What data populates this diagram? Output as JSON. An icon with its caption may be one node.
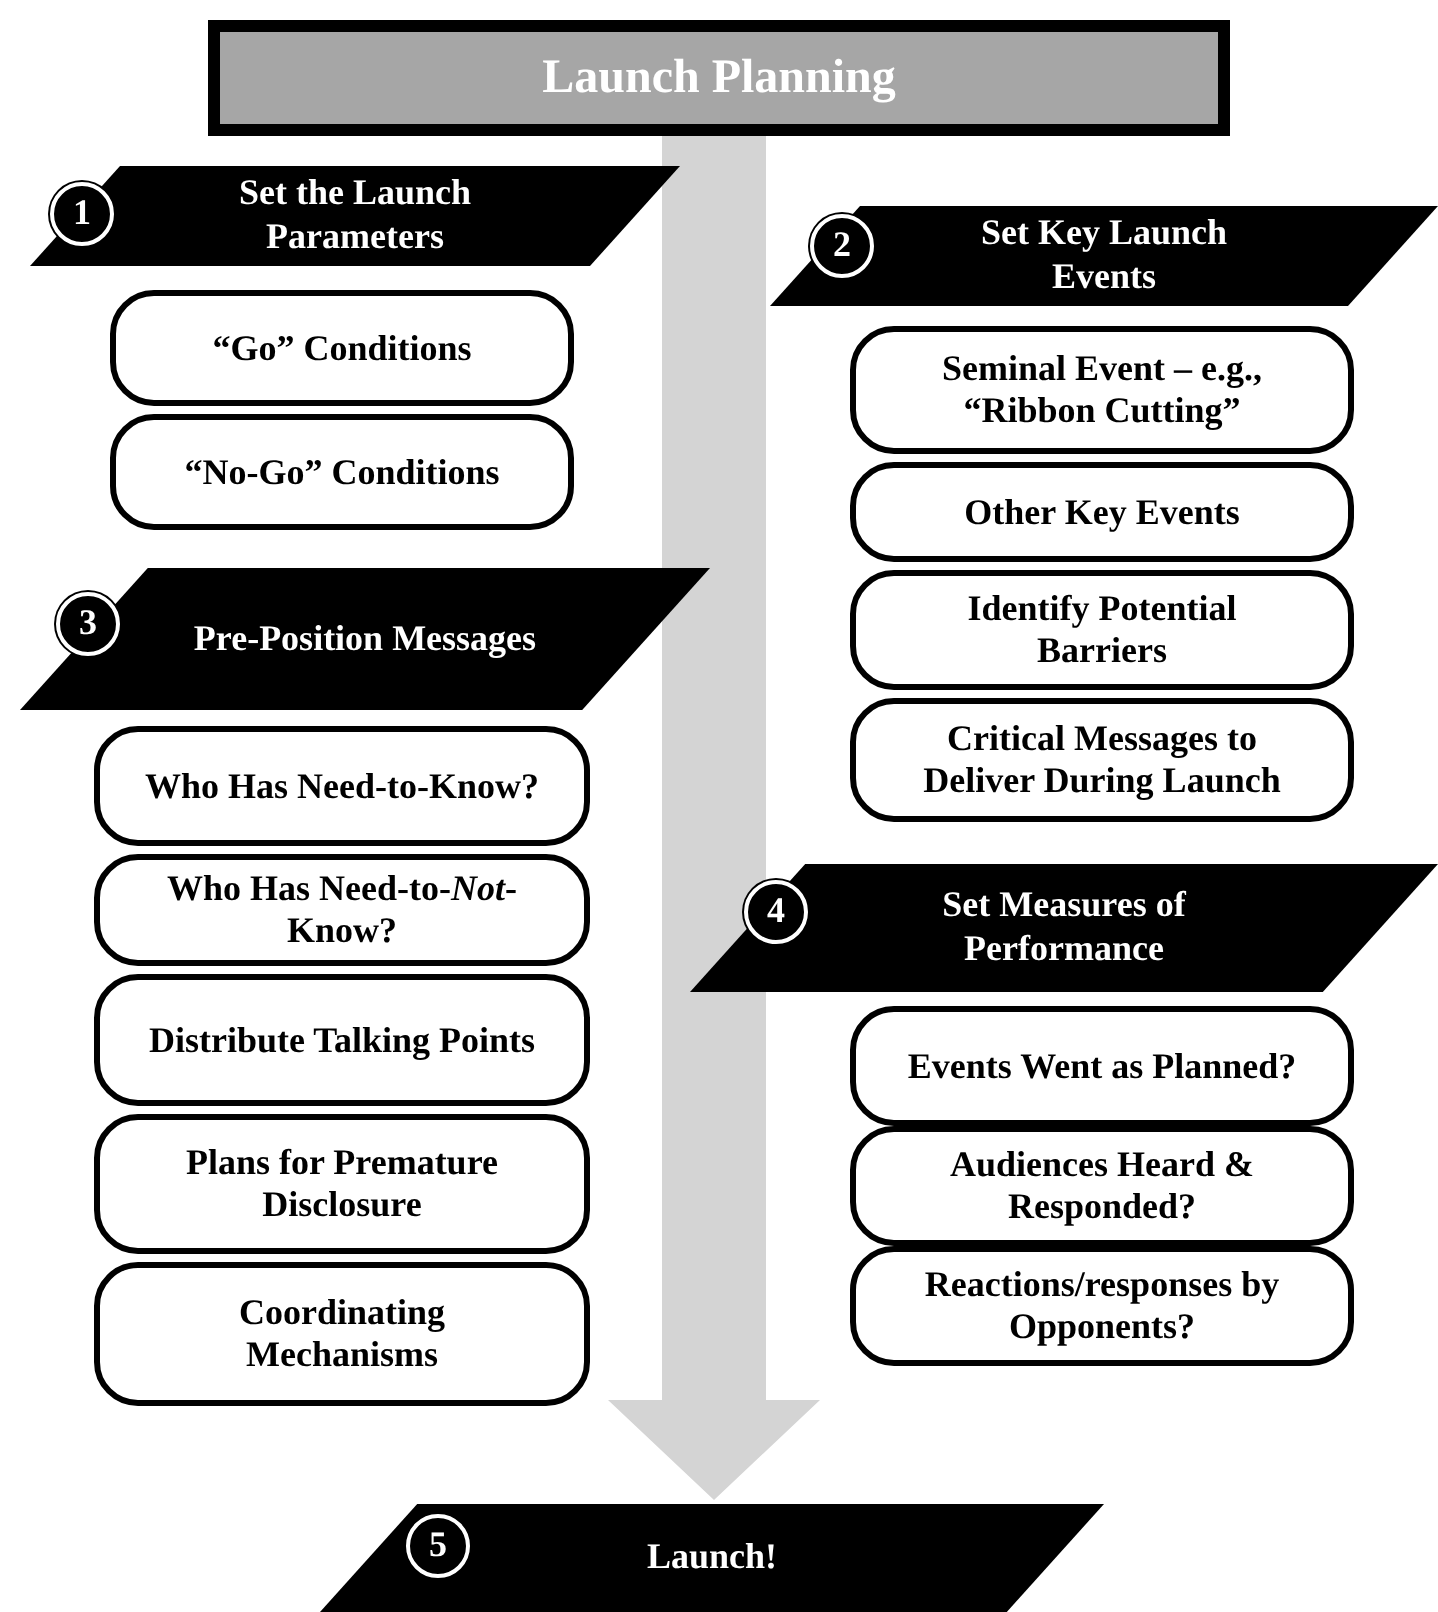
{
  "diagram": {
    "nodes": [
      {
        "text": [
          "Launch Planning"
        ]
      },
      {
        "text": [
          "1",
          "Set the Launch Parameters"
        ]
      },
      {
        "text": [
          "“Go” Conditions"
        ]
      },
      {
        "text": [
          "“No-Go” Conditions"
        ]
      },
      {
        "text": [
          "2",
          "Set Key Launch Events"
        ]
      },
      {
        "text": [
          "Seminal Event – e.g., “Ribbon Cutting”"
        ]
      },
      {
        "text": [
          "Other Key Events"
        ]
      },
      {
        "text": [
          "Identify Potential Barriers"
        ]
      },
      {
        "text": [
          "Critical Messages to Deliver During Launch"
        ]
      },
      {
        "text": [
          "3",
          "Pre-Position Messages"
        ]
      },
      {
        "text": [
          "Who Has Need-to-Know?"
        ]
      },
      {
        "text": [
          "Who Has Need-to-*Not*-Know?"
        ]
      },
      {
        "text": [
          "Distribute Talking Points"
        ]
      },
      {
        "text": [
          "Plans for Premature Disclosure"
        ]
      },
      {
        "text": [
          "Coordinating Mechanisms"
        ]
      },
      {
        "text": [
          "4",
          "Set Measures of Performance"
        ]
      },
      {
        "text": [
          "Events Went as Planned?"
        ]
      },
      {
        "text": [
          "Audiences Heard & Responded?"
        ]
      },
      {
        "text": [
          "Reactions/responses by Opponents?"
        ]
      },
      {
        "text": [
          "5",
          "Launch!"
        ]
      }
    ],
    "edges": [
      {
        "from": 0,
        "to": 19,
        "arrow": "to",
        "style": "thick",
        "color": "#d4d4d4"
      }
    ]
  }
}
